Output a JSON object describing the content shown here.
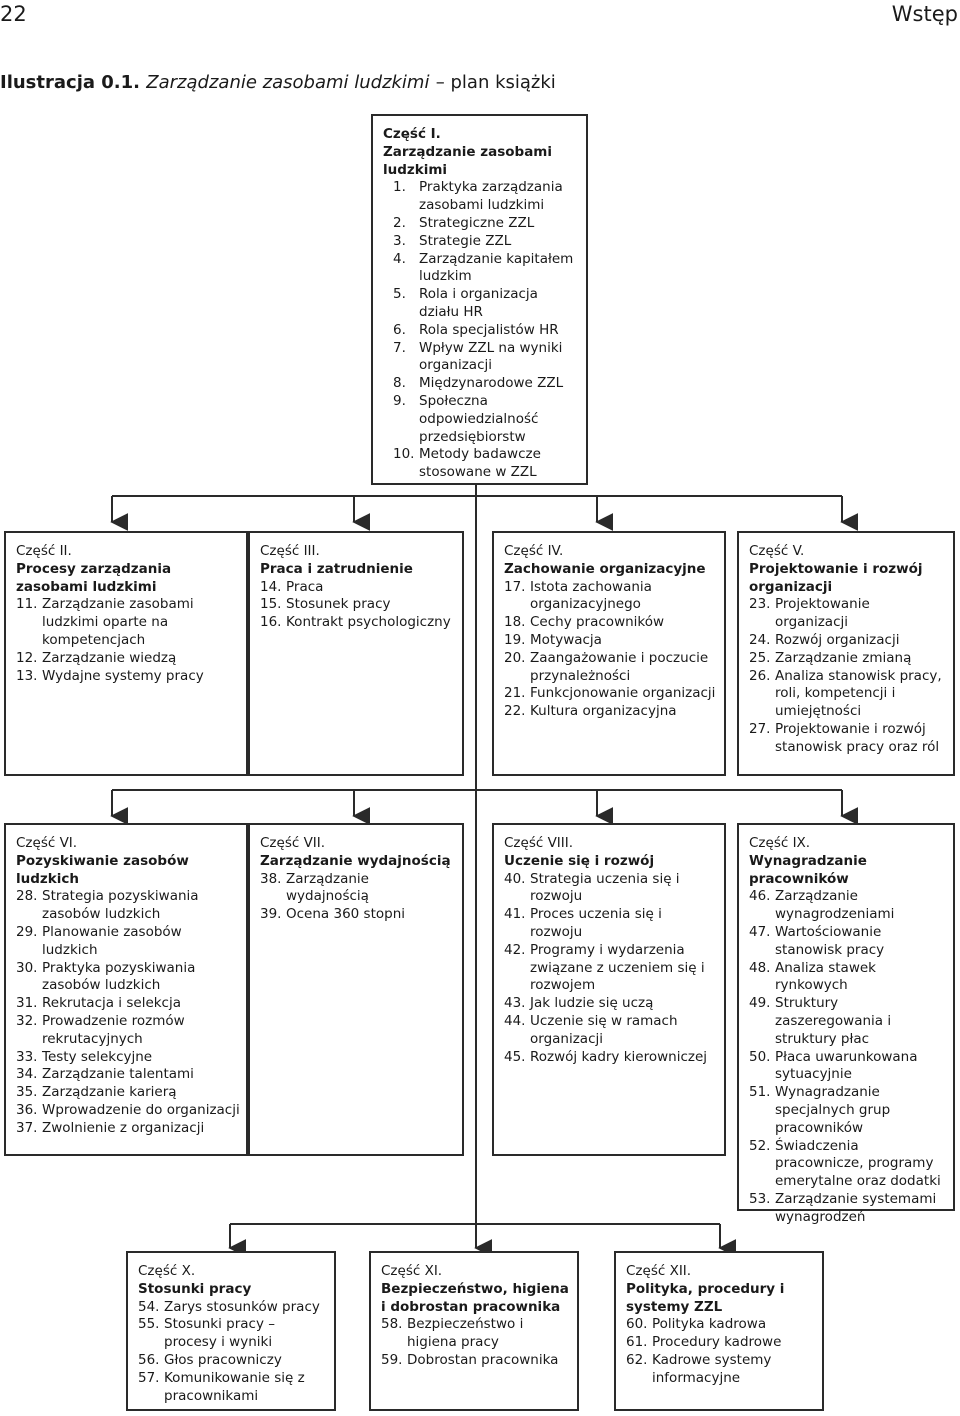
{
  "header": {
    "page_number": "22",
    "running_head": "Wstęp"
  },
  "caption": {
    "label": "Ilustracja 0.1.",
    "title": "Zarządzanie zasobami ludzkimi",
    "subtitle": "– plan książki"
  },
  "parts": [
    {
      "head": "Część I.",
      "title": "Zarządzanie zasobami ludzkimi",
      "items": [
        [
          "1.",
          "Praktyka zarządzania zasobami ludzkimi"
        ],
        [
          "2.",
          "Strategiczne ZZL"
        ],
        [
          "3.",
          "Strategie ZZL"
        ],
        [
          "4.",
          "Zarządzanie kapitałem ludzkim"
        ],
        [
          "5.",
          "Rola i organizacja działu HR"
        ],
        [
          "6.",
          "Rola specjalistów HR"
        ],
        [
          "7.",
          "Wpływ ZZL na wyniki organizacji"
        ],
        [
          "8.",
          "Międzynarodowe ZZL"
        ],
        [
          "9.",
          "Społeczna odpowiedzialność przedsiębiorstw"
        ],
        [
          "10.",
          "Metody badawcze stosowane w ZZL"
        ]
      ]
    },
    {
      "head": "Część II.",
      "title": "Procesy zarządzania zasobami ludzkimi",
      "items": [
        [
          "11.",
          "Zarządzanie zasobami ludzkimi oparte na kompetencjach"
        ],
        [
          "12.",
          "Zarządzanie wiedzą"
        ],
        [
          "13.",
          "Wydajne systemy pracy"
        ]
      ]
    },
    {
      "head": "Część III.",
      "title": "Praca i zatrudnienie",
      "items": [
        [
          "14.",
          "Praca"
        ],
        [
          "15.",
          "Stosunek pracy"
        ],
        [
          "16.",
          "Kontrakt psychologiczny"
        ]
      ]
    },
    {
      "head": "Część IV.",
      "title": "Zachowanie organizacyjne",
      "items": [
        [
          "17.",
          "Istota zachowania organizacyjnego"
        ],
        [
          "18.",
          "Cechy pracowników"
        ],
        [
          "19.",
          "Motywacja"
        ],
        [
          "20.",
          "Zaangażowanie i poczucie przynależności"
        ],
        [
          "21.",
          "Funkcjonowanie organizacji"
        ],
        [
          "22.",
          "Kultura organizacyjna"
        ]
      ]
    },
    {
      "head": "Część V.",
      "title": "Projektowanie i rozwój organizacji",
      "items": [
        [
          "23.",
          "Projektowanie organizacji"
        ],
        [
          "24.",
          "Rozwój organizacji"
        ],
        [
          "25.",
          "Zarządzanie zmianą"
        ],
        [
          "26.",
          "Analiza stanowisk pracy, roli, kompetencji i umiejętności"
        ],
        [
          "27.",
          "Projektowanie i rozwój stanowisk pracy oraz ról"
        ]
      ]
    },
    {
      "head": "Część VI.",
      "title": "Pozyskiwanie zasobów ludzkich",
      "items": [
        [
          "28.",
          "Strategia pozyskiwania zasobów ludzkich"
        ],
        [
          "29.",
          "Planowanie zasobów ludzkich"
        ],
        [
          "30.",
          "Praktyka pozyskiwania zasobów ludzkich"
        ],
        [
          "31.",
          "Rekrutacja i selekcja"
        ],
        [
          "32.",
          "Prowadzenie rozmów rekrutacyjnych"
        ],
        [
          "33.",
          "Testy selekcyjne"
        ],
        [
          "34.",
          "Zarządzanie talentami"
        ],
        [
          "35.",
          "Zarządzanie karierą"
        ],
        [
          "36.",
          "Wprowadzenie do organizacji"
        ],
        [
          "37.",
          "Zwolnienie z organizacji"
        ]
      ]
    },
    {
      "head": "Część VII.",
      "title": "Zarządzanie wydajnością",
      "items": [
        [
          "38.",
          "Zarządzanie wydajnością"
        ],
        [
          "39.",
          "Ocena 360 stopni"
        ]
      ]
    },
    {
      "head": "Część VIII.",
      "title": "Uczenie się i rozwój",
      "items": [
        [
          "40.",
          "Strategia uczenia się i rozwoju"
        ],
        [
          "41.",
          "Proces uczenia się i rozwoju"
        ],
        [
          "42.",
          "Programy i wydarzenia związane z uczeniem się i rozwojem"
        ],
        [
          "43.",
          "Jak ludzie się uczą"
        ],
        [
          "44.",
          "Uczenie się w ramach organizacji"
        ],
        [
          "45.",
          "Rozwój kadry kierowniczej"
        ]
      ]
    },
    {
      "head": "Część IX.",
      "title": "Wynagradzanie pracowników",
      "items": [
        [
          "46.",
          "Zarządzanie wynagrodzeniami"
        ],
        [
          "47.",
          "Wartościowanie stanowisk pracy"
        ],
        [
          "48.",
          "Analiza stawek rynkowych"
        ],
        [
          "49.",
          "Struktury zaszeregowania i struktury płac"
        ],
        [
          "50.",
          "Płaca uwarunkowana sytuacyjnie"
        ],
        [
          "51.",
          "Wynagradzanie specjalnych grup pracowników"
        ],
        [
          "52.",
          "Świadczenia pracownicze, programy emerytalne oraz dodatki"
        ],
        [
          "53.",
          "Zarządzanie systemami wynagrodzeń"
        ]
      ]
    },
    {
      "head": "Część X.",
      "title": "Stosunki pracy",
      "items": [
        [
          "54.",
          "Zarys stosunków pracy"
        ],
        [
          "55.",
          "Stosunki pracy – procesy i wyniki"
        ],
        [
          "56.",
          "Głos pracowniczy"
        ],
        [
          "57.",
          "Komunikowanie się z pracownikami"
        ]
      ]
    },
    {
      "head": "Część XI.",
      "title": "Bezpieczeństwo, higiena i dobrostan pracownika",
      "items": [
        [
          "58.",
          "Bezpieczeństwo i higiena pracy"
        ],
        [
          "59.",
          "Dobrostan pracownika"
        ]
      ]
    },
    {
      "head": "Część XII.",
      "title": "Polityka, procedury i systemy ZZL",
      "items": [
        [
          "60.",
          "Polityka kadrowa"
        ],
        [
          "61.",
          "Procedury kadrowe"
        ],
        [
          "62.",
          "Kadrowe systemy informacyjne"
        ]
      ]
    }
  ]
}
